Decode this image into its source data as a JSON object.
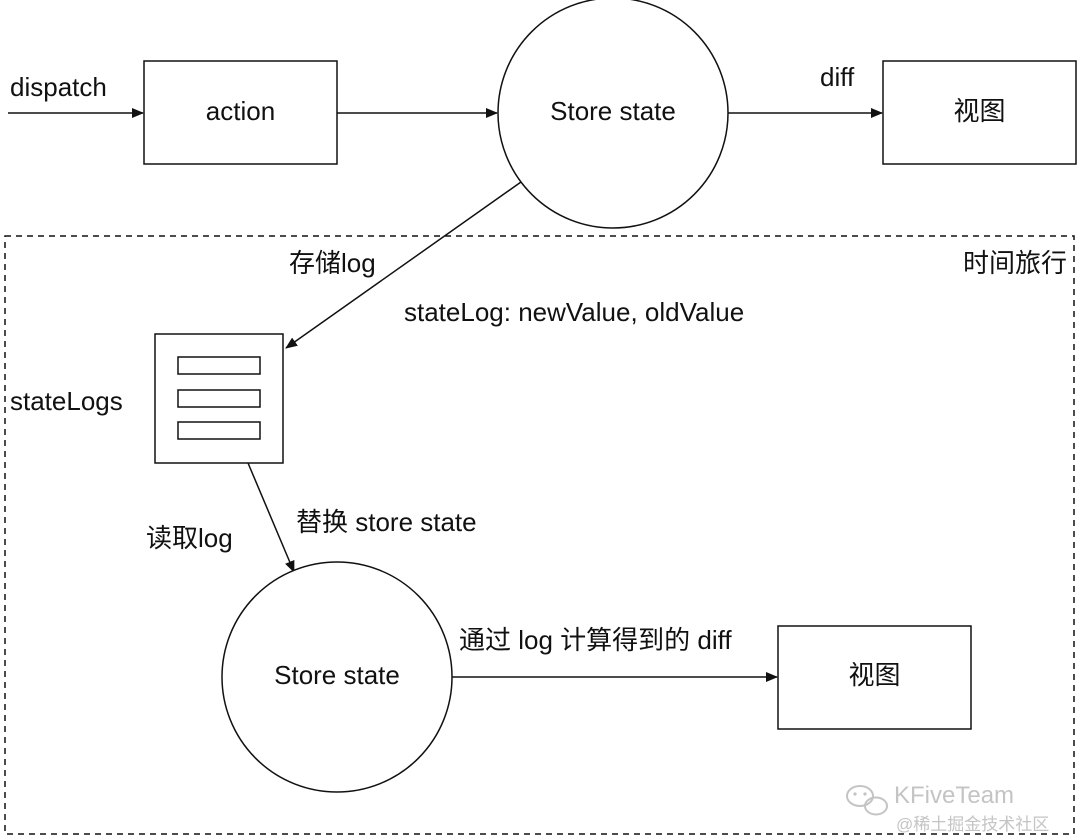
{
  "top": {
    "dispatch_label": "dispatch",
    "action_label": "action",
    "store_state_label": "Store state",
    "diff_label": "diff",
    "view_label": "视图",
    "save_log_label": "存储log"
  },
  "time_travel": {
    "title": "时间旅行",
    "state_log_label": "stateLog: newValue, oldValue",
    "state_logs_label": "stateLogs",
    "read_log_label": "读取log",
    "replace_label": "替换 store state",
    "store_state_label": "Store state",
    "diff_via_log_label": "通过 log 计算得到的 diff",
    "view_label": "视图"
  },
  "watermark": {
    "brand": "KFiveTeam",
    "community": "@稀土掘金技术社区",
    "icon": "wechat-icon"
  },
  "colors": {
    "stroke": "#111111",
    "watermark": "#c4c4c4"
  }
}
